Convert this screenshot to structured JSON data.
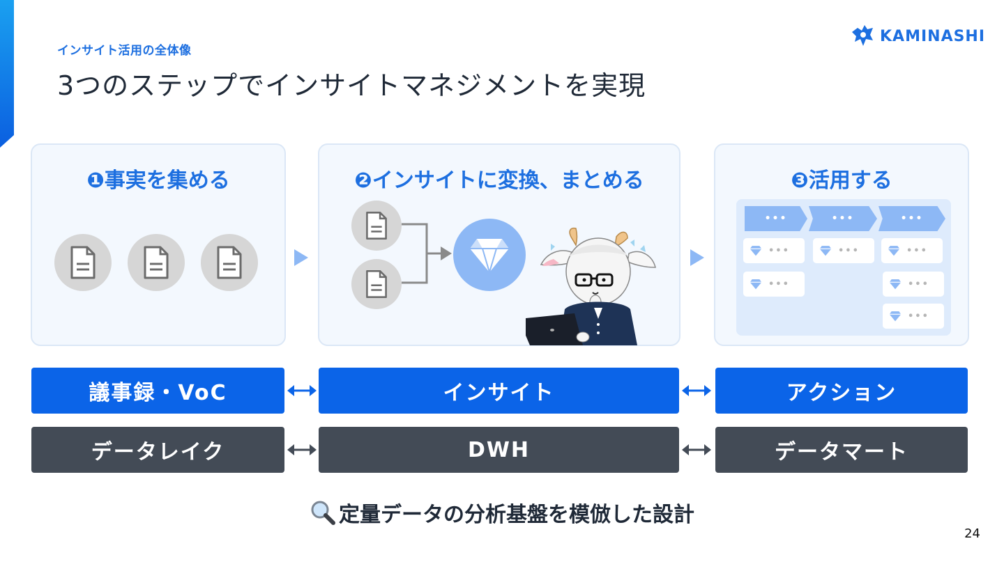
{
  "header": {
    "subtitle": "インサイト活用の全体像",
    "title": "3つのステップでインサイトマネジメントを実現",
    "logo_text": "KAMINASHI"
  },
  "steps": [
    {
      "title": "❶事実を集める"
    },
    {
      "title": "❷インサイトに変換、まとめる"
    },
    {
      "title": "❸活用する"
    }
  ],
  "board": {
    "column_label": "•••",
    "card_label": "•••"
  },
  "rows": {
    "top": [
      "議事録・VoC",
      "インサイト",
      "アクション"
    ],
    "bottom": [
      "データレイク",
      "DWH",
      "データマート"
    ]
  },
  "footer": {
    "note": "定量データの分析基盤を模倣した設計",
    "page_number": "24"
  },
  "colors": {
    "accent": "#1d6fe0",
    "primary_bar": "#0b64e8",
    "secondary_bar": "#434b56",
    "panel_bg": "#f3f8fe",
    "light_blue": "#8db8f5"
  },
  "icons": [
    "document-icon",
    "gem-icon",
    "arrow-right-icon",
    "double-arrow-icon",
    "magnifier-icon",
    "goat-mascot",
    "laptop"
  ]
}
